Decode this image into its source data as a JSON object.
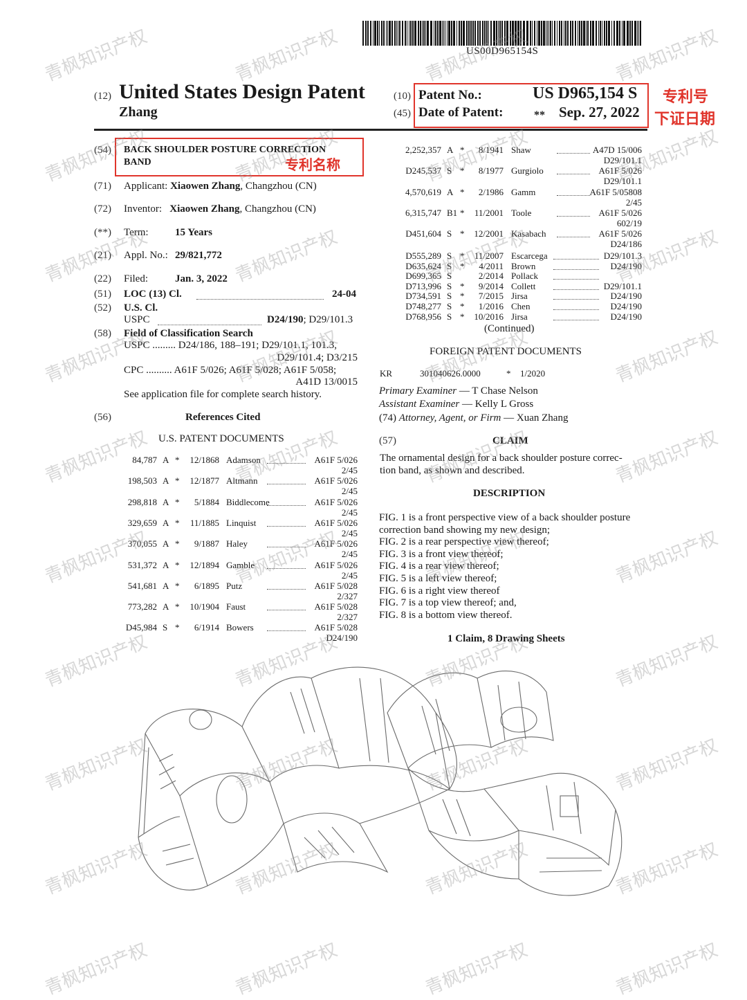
{
  "barcode": {
    "text": "US00D965154S"
  },
  "header": {
    "num12": "(12)",
    "title": "United States Design Patent",
    "author": "Zhang",
    "num10": "(10)",
    "patent_no_label": "Patent No.:",
    "patent_no": "US D965,154 S",
    "num45": "(45)",
    "date_label": "Date of Patent:",
    "date_marker": "**",
    "date": "Sep. 27, 2022",
    "annot_patent_no": "专利号",
    "annot_date": "下证日期"
  },
  "bib": {
    "n54": "(54)",
    "title_line1": "BACK SHOULDER POSTURE CORRECTION",
    "title_line2": "BAND",
    "annot_title": "专利名称",
    "n71": "(71)",
    "applicant_label": "Applicant:",
    "applicant_name": "Xiaowen Zhang",
    "applicant_loc": ", Changzhou (CN)",
    "n72": "(72)",
    "inventor_label": "Inventor:",
    "inventor_name": "Xiaowen Zhang",
    "inventor_loc": ", Changzhou (CN)",
    "n_term": "(**)",
    "term_label": "Term:",
    "term_value": "15 Years",
    "n21": "(21)",
    "appl_label": "Appl. No.:",
    "appl_value": "29/821,772",
    "n22": "(22)",
    "filed_label": "Filed:",
    "filed_value": "Jan. 3, 2022",
    "n51": "(51)",
    "loc_label": "LOC (13) Cl.",
    "loc_value": "24-04",
    "n52": "(52)",
    "uscl_label": "U.S. Cl.",
    "uspc_label": "USPC",
    "uspc_bold": "D24/190",
    "uspc_rest": "; D29/101.3",
    "n58": "(58)",
    "field_label": "Field of Classification Search",
    "field_uspc_line1": "USPC ......... D24/186, 188–191; D29/101.1, 101.3,",
    "field_uspc_line2": "D29/101.4; D3/215",
    "field_cpc_line1": "CPC .......... A61F 5/026; A61F 5/028; A61F 5/058;",
    "field_cpc_line2": "A41D 13/0015",
    "field_note": "See application file for complete search history."
  },
  "refs": {
    "n56": "(56)",
    "heading": "References Cited",
    "us_docs": "U.S. PATENT DOCUMENTS",
    "left": [
      {
        "no": "84,787",
        "k": "A",
        "s": "*",
        "date": "12/1868",
        "name": "Adamson",
        "cls": "A61F 5/026",
        "cls2": "2/45"
      },
      {
        "no": "198,503",
        "k": "A",
        "s": "*",
        "date": "12/1877",
        "name": "Altmann",
        "cls": "A61F 5/026",
        "cls2": "2/45"
      },
      {
        "no": "298,818",
        "k": "A",
        "s": "*",
        "date": "5/1884",
        "name": "Biddlecome",
        "cls": "A61F 5/026",
        "cls2": "2/45"
      },
      {
        "no": "329,659",
        "k": "A",
        "s": "*",
        "date": "11/1885",
        "name": "Linquist",
        "cls": "A61F 5/026",
        "cls2": "2/45"
      },
      {
        "no": "370,055",
        "k": "A",
        "s": "*",
        "date": "9/1887",
        "name": "Haley",
        "cls": "A61F 5/026",
        "cls2": "2/45"
      },
      {
        "no": "531,372",
        "k": "A",
        "s": "*",
        "date": "12/1894",
        "name": "Gamble",
        "cls": "A61F 5/026",
        "cls2": "2/45"
      },
      {
        "no": "541,681",
        "k": "A",
        "s": "*",
        "date": "6/1895",
        "name": "Putz",
        "cls": "A61F 5/028",
        "cls2": "2/327"
      },
      {
        "no": "773,282",
        "k": "A",
        "s": "*",
        "date": "10/1904",
        "name": "Faust",
        "cls": "A61F 5/028",
        "cls2": "2/327"
      },
      {
        "no": "D45,984",
        "k": "S",
        "s": "*",
        "date": "6/1914",
        "name": "Bowers",
        "cls": "A61F 5/028",
        "cls2": "D24/190"
      }
    ],
    "right_top": [
      {
        "no": "2,252,357",
        "k": "A",
        "s": "*",
        "date": "8/1941",
        "name": "Shaw",
        "cls": "A47D 15/006",
        "cls2": "D29/101.1"
      },
      {
        "no": "D245,537",
        "k": "S",
        "s": "*",
        "date": "8/1977",
        "name": "Gurgiolo",
        "cls": "A61F 5/026",
        "cls2": "D29/101.1"
      },
      {
        "no": "4,570,619",
        "k": "A",
        "s": "*",
        "date": "2/1986",
        "name": "Gamm",
        "cls": "A61F 5/05808",
        "cls2": "2/45"
      },
      {
        "no": "6,315,747",
        "k": "B1",
        "s": "*",
        "date": "11/2001",
        "name": "Toole",
        "cls": "A61F 5/026",
        "cls2": "602/19"
      },
      {
        "no": "D451,604",
        "k": "S",
        "s": "*",
        "date": "12/2001",
        "name": "Kasabach",
        "cls": "A61F 5/026",
        "cls2": "D24/186"
      }
    ],
    "right_compact": [
      {
        "no": "D555,289",
        "k": "S",
        "s": "*",
        "date": "11/2007",
        "name": "Escarcega",
        "cls": "D29/101.3"
      },
      {
        "no": "D635,624",
        "k": "S",
        "s": "*",
        "date": "4/2011",
        "name": "Brown",
        "cls": "D24/190"
      },
      {
        "no": "D699,365",
        "k": "S",
        "s": "",
        "date": "2/2014",
        "name": "Pollack",
        "cls": ""
      },
      {
        "no": "D713,996",
        "k": "S",
        "s": "*",
        "date": "9/2014",
        "name": "Collett",
        "cls": "D29/101.1"
      },
      {
        "no": "D734,591",
        "k": "S",
        "s": "*",
        "date": "7/2015",
        "name": "Jirsa",
        "cls": "D24/190"
      },
      {
        "no": "D748,277",
        "k": "S",
        "s": "*",
        "date": "1/2016",
        "name": "Chen",
        "cls": "D24/190"
      },
      {
        "no": "D768,956",
        "k": "S",
        "s": "*",
        "date": "10/2016",
        "name": "Jirsa",
        "cls": "D24/190"
      }
    ],
    "continued": "(Continued)",
    "foreign_heading": "FOREIGN PATENT DOCUMENTS",
    "foreign": {
      "country": "KR",
      "no": "301040626.0000",
      "s": "*",
      "date": "1/2020"
    }
  },
  "examiners": {
    "primary_label": "Primary Examiner",
    "primary_name": "— T Chase Nelson",
    "assistant_label": "Assistant Examiner",
    "assistant_name": "— Kelly L Gross",
    "n74": "(74)",
    "attorney_label": "Attorney, Agent, or Firm",
    "attorney_name": "— Xuan Zhang"
  },
  "claim": {
    "n57": "(57)",
    "heading": "CLAIM",
    "line1": "The ornamental design for a back shoulder posture correc-",
    "line2": "tion band, as shown and described."
  },
  "description": {
    "heading": "DESCRIPTION",
    "lines": [
      "FIG. 1 is a front perspective view of a back shoulder posture",
      "correction band showing my new design;",
      "FIG. 2 is a rear perspective view thereof;",
      "FIG. 3 is a front view thereof;",
      "FIG. 4 is a rear view thereof;",
      "FIG. 5 is a left view thereof;",
      "FIG. 6 is a right view thereof",
      "FIG. 7 is a top view thereof; and,",
      "FIG. 8 is a bottom view thereof."
    ],
    "summary": "1 Claim, 8 Drawing Sheets"
  },
  "watermark": {
    "text": "青枫知识产权"
  },
  "colors": {
    "annotation": "#e0342b",
    "ink": "#1a1a1a",
    "watermark": "#969696"
  }
}
